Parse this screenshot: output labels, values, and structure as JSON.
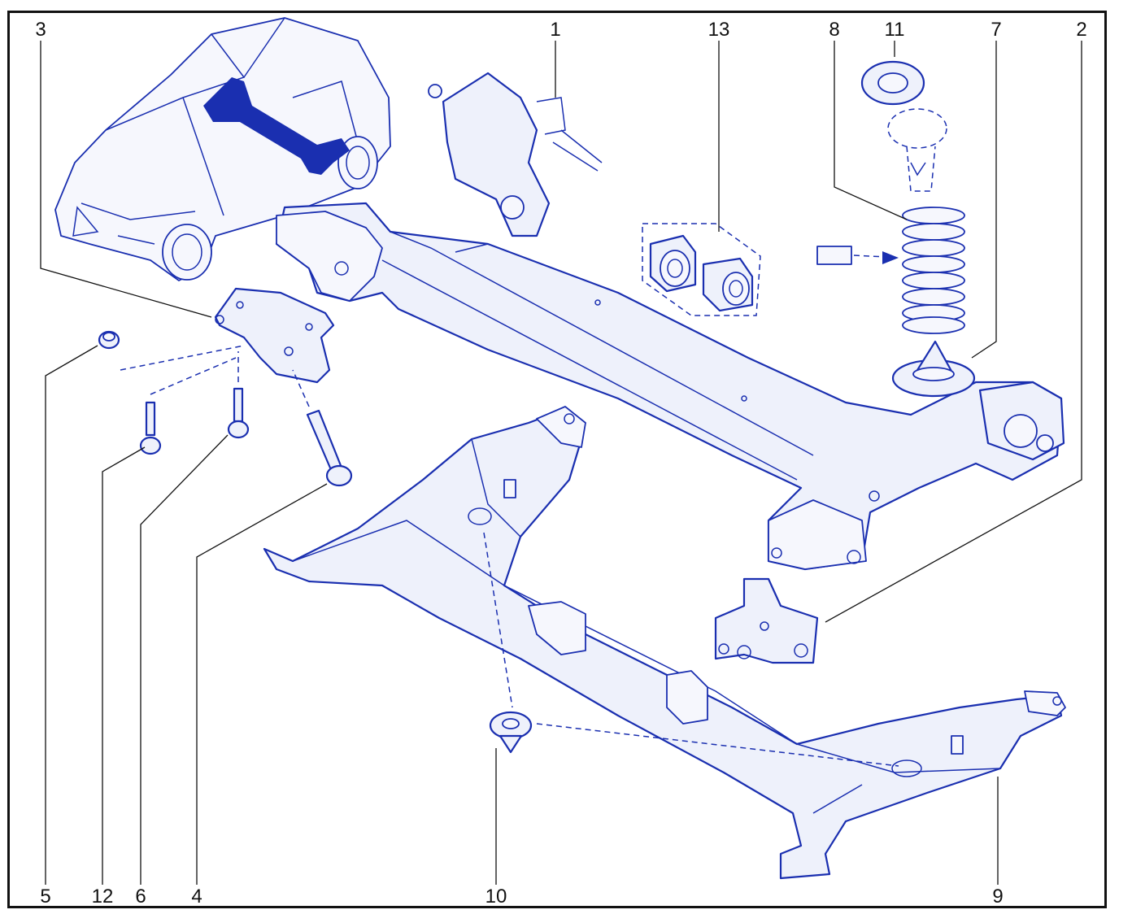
{
  "diagram": {
    "line_color": "#1a2fb0",
    "callouts": {
      "c1": "1",
      "c2": "2",
      "c3": "3",
      "c4": "4",
      "c5": "5",
      "c6": "6",
      "c7": "7",
      "c8": "8",
      "c9": "9",
      "c10": "10",
      "c11": "11",
      "c12": "12",
      "c13": "13"
    }
  }
}
